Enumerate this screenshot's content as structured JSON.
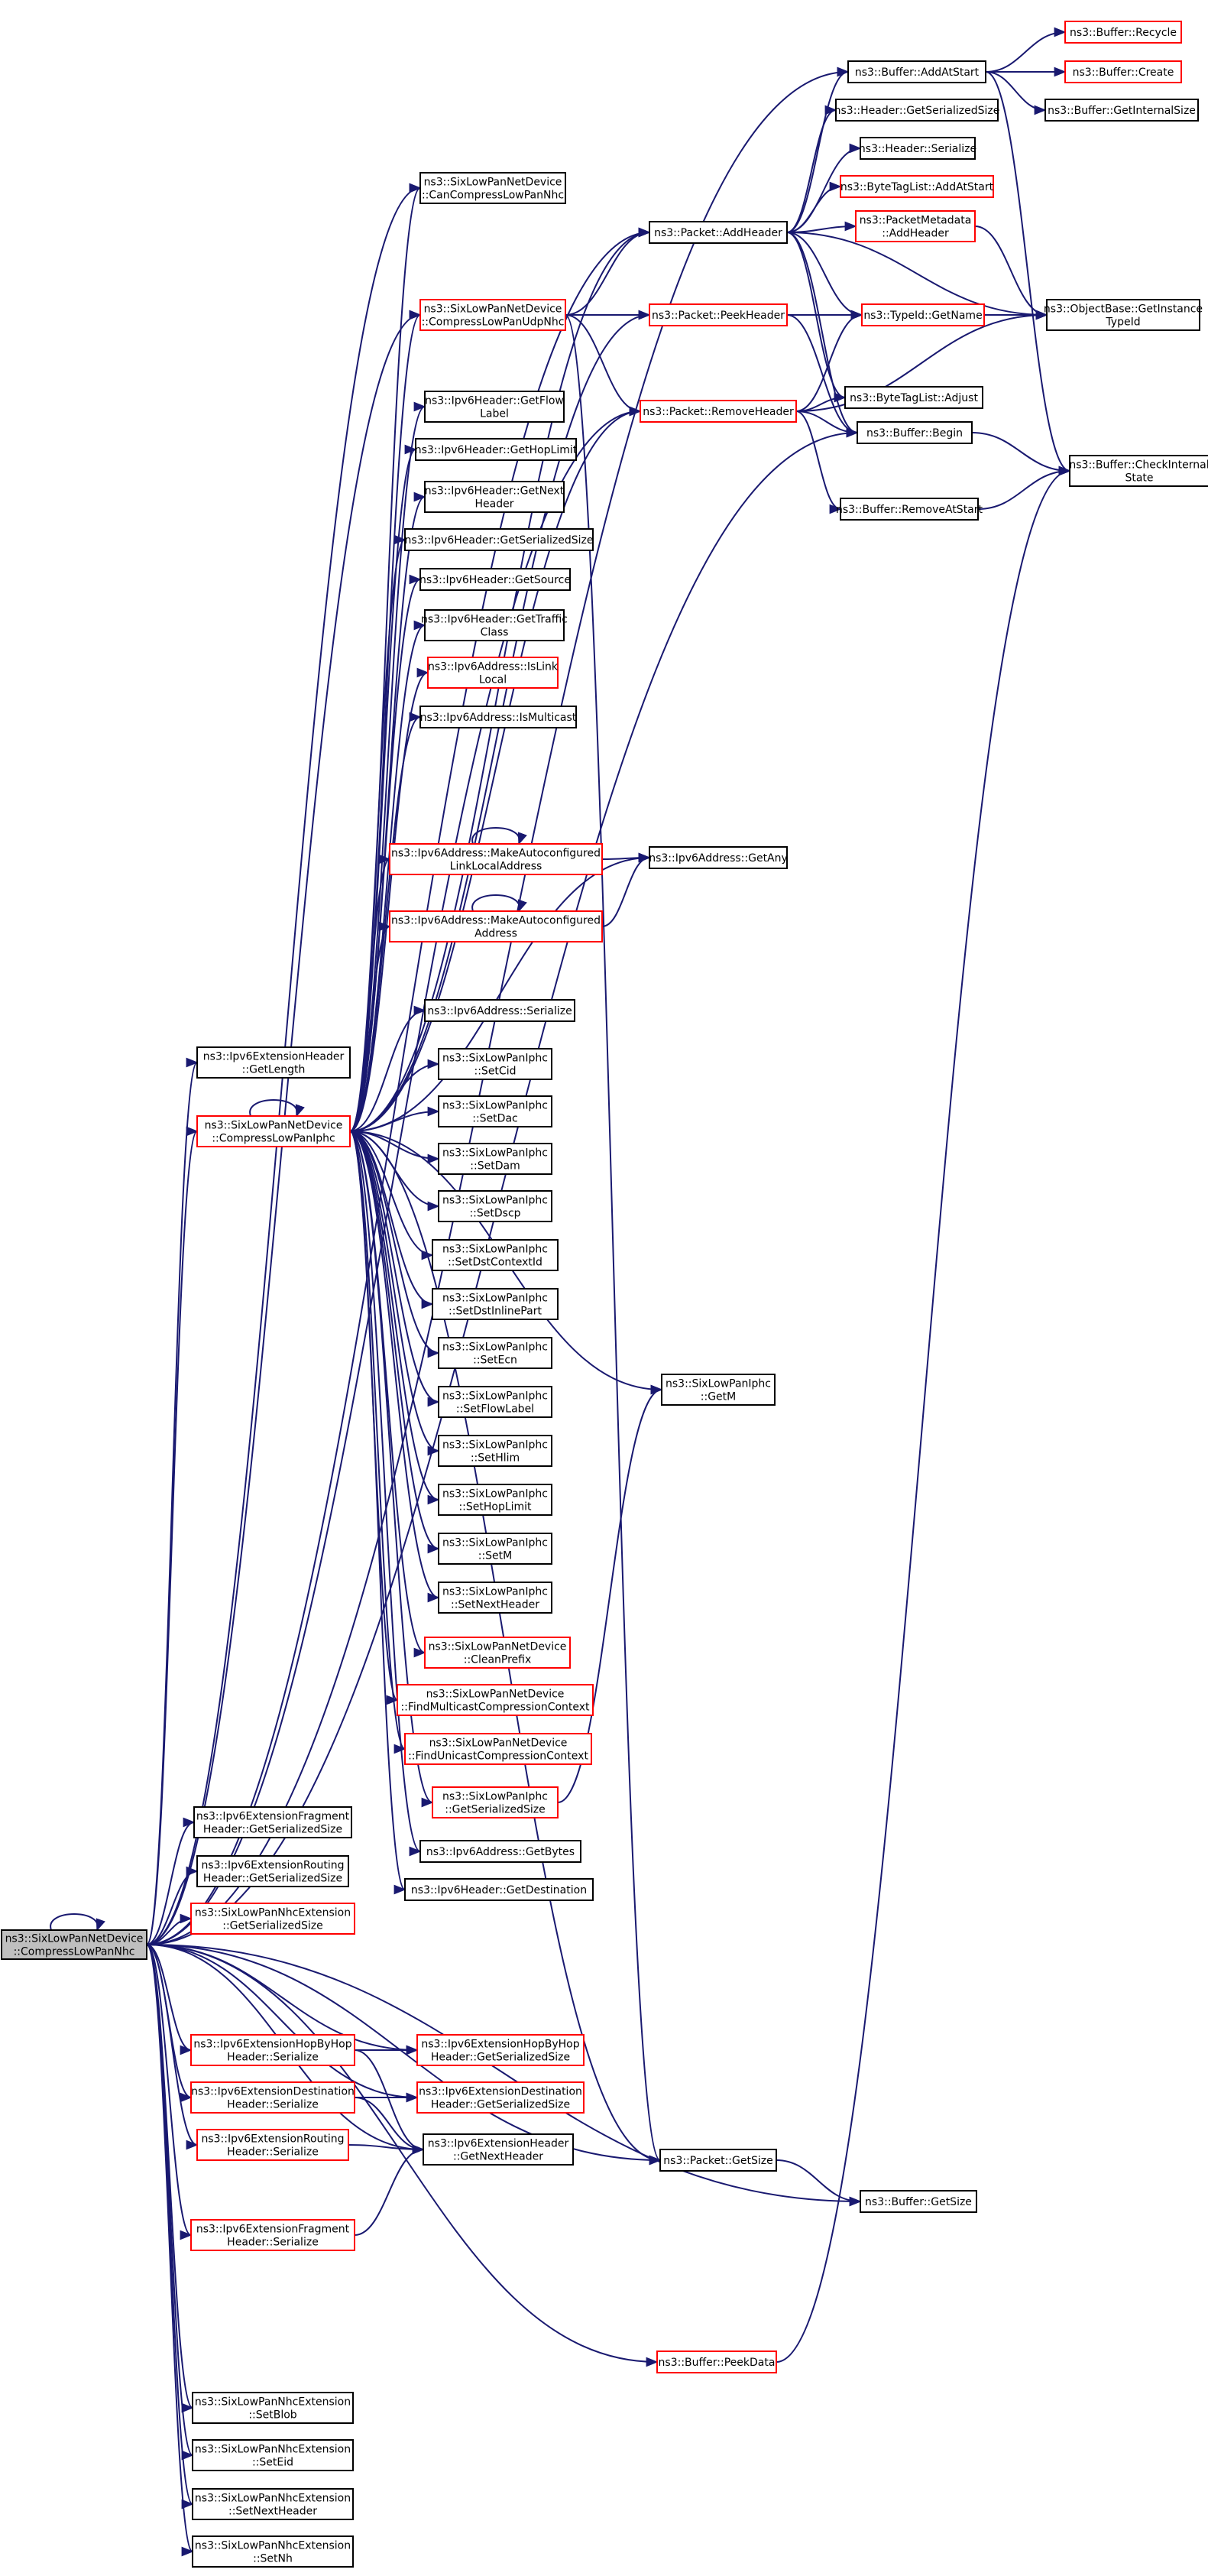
{
  "colors": {
    "edge": "#191970",
    "normal_border": "#000000",
    "red_border": "#ff0000",
    "root_fill": "#bfbfbf",
    "text": "#000000"
  },
  "nodes": {
    "root": {
      "lines": [
        "ns3::SixLowPanNetDevice",
        "::CompressLowPanNhc"
      ],
      "style": "root"
    },
    "addatstart": {
      "lines": [
        "ns3::Buffer::AddAtStart"
      ],
      "style": "normal"
    },
    "recycle": {
      "lines": [
        "ns3::Buffer::Recycle"
      ],
      "style": "red"
    },
    "create": {
      "lines": [
        "ns3::Buffer::Create"
      ],
      "style": "red"
    },
    "getinternalsize": {
      "lines": [
        "ns3::Buffer::GetInternalSize"
      ],
      "style": "normal"
    },
    "hdr_getser": {
      "lines": [
        "ns3::Header::GetSerializedSize"
      ],
      "style": "normal"
    },
    "hdr_ser": {
      "lines": [
        "ns3::Header::Serialize"
      ],
      "style": "normal"
    },
    "btl_addatstart": {
      "lines": [
        "ns3::ByteTagList::AddAtStart"
      ],
      "style": "red"
    },
    "pm_addheader": {
      "lines": [
        "ns3::PacketMetadata",
        "::AddHeader"
      ],
      "style": "red"
    },
    "canlowpannhc": {
      "lines": [
        "ns3::SixLowPanNetDevice",
        "::CanCompressLowPanNhc"
      ],
      "style": "normal"
    },
    "pkt_addheader": {
      "lines": [
        "ns3::Packet::AddHeader"
      ],
      "style": "normal"
    },
    "objbase_getinst": {
      "lines": [
        "ns3::ObjectBase::GetInstance",
        "TypeId"
      ],
      "style": "normal"
    },
    "compressudp": {
      "lines": [
        "ns3::SixLowPanNetDevice",
        "::CompressLowPanUdpNhc"
      ],
      "style": "red"
    },
    "pkt_peekheader": {
      "lines": [
        "ns3::Packet::PeekHeader"
      ],
      "style": "red"
    },
    "typeid_getname": {
      "lines": [
        "ns3::TypeId::GetName"
      ],
      "style": "red"
    },
    "ipv6_getflowlabel": {
      "lines": [
        "ns3::Ipv6Header::GetFlow",
        "Label"
      ],
      "style": "normal"
    },
    "pkt_removeheader": {
      "lines": [
        "ns3::Packet::RemoveHeader"
      ],
      "style": "red"
    },
    "btl_adjust": {
      "lines": [
        "ns3::ByteTagList::Adjust"
      ],
      "style": "normal"
    },
    "buffer_begin": {
      "lines": [
        "ns3::Buffer::Begin"
      ],
      "style": "normal"
    },
    "ipv6_gethoplimit": {
      "lines": [
        "ns3::Ipv6Header::GetHopLimit"
      ],
      "style": "normal"
    },
    "checkinternal": {
      "lines": [
        "ns3::Buffer::CheckInternal",
        "State"
      ],
      "style": "normal"
    },
    "ipv6_getnexthdr": {
      "lines": [
        "ns3::Ipv6Header::GetNext",
        "Header"
      ],
      "style": "normal"
    },
    "removeatstart": {
      "lines": [
        "ns3::Buffer::RemoveAtStart"
      ],
      "style": "normal"
    },
    "ipv6_getsersize": {
      "lines": [
        "ns3::Ipv6Header::GetSerializedSize"
      ],
      "style": "normal"
    },
    "ipv6_getsource": {
      "lines": [
        "ns3::Ipv6Header::GetSource"
      ],
      "style": "normal"
    },
    "ipv6_gettraffic": {
      "lines": [
        "ns3::Ipv6Header::GetTraffic",
        "Class"
      ],
      "style": "normal"
    },
    "addr_islinklocal": {
      "lines": [
        "ns3::Ipv6Address::IsLink",
        "Local"
      ],
      "style": "red"
    },
    "addr_ismulticast": {
      "lines": [
        "ns3::Ipv6Address::IsMulticast"
      ],
      "style": "normal"
    },
    "addr_makeautolinklocal": {
      "lines": [
        "ns3::Ipv6Address::MakeAutoconfigured",
        "LinkLocalAddress"
      ],
      "style": "red"
    },
    "addr_getany": {
      "lines": [
        "ns3::Ipv6Address::GetAny"
      ],
      "style": "normal"
    },
    "addr_makeauto": {
      "lines": [
        "ns3::Ipv6Address::MakeAutoconfigured",
        "Address"
      ],
      "style": "red"
    },
    "addr_serialize": {
      "lines": [
        "ns3::Ipv6Address::Serialize"
      ],
      "style": "normal"
    },
    "ext_getlength": {
      "lines": [
        "ns3::Ipv6ExtensionHeader",
        "::GetLength"
      ],
      "style": "normal"
    },
    "setcid": {
      "lines": [
        "ns3::SixLowPanIphc",
        "::SetCid"
      ],
      "style": "normal"
    },
    "compressiphc": {
      "lines": [
        "ns3::SixLowPanNetDevice",
        "::CompressLowPanIphc"
      ],
      "style": "red"
    },
    "setdac": {
      "lines": [
        "ns3::SixLowPanIphc",
        "::SetDac"
      ],
      "style": "normal"
    },
    "setdam": {
      "lines": [
        "ns3::SixLowPanIphc",
        "::SetDam"
      ],
      "style": "normal"
    },
    "setdscp": {
      "lines": [
        "ns3::SixLowPanIphc",
        "::SetDscp"
      ],
      "style": "normal"
    },
    "setdstcontextid": {
      "lines": [
        "ns3::SixLowPanIphc",
        "::SetDstContextId"
      ],
      "style": "normal"
    },
    "setdstinlinepart": {
      "lines": [
        "ns3::SixLowPanIphc",
        "::SetDstInlinePart"
      ],
      "style": "normal"
    },
    "setecn": {
      "lines": [
        "ns3::SixLowPanIphc",
        "::SetEcn"
      ],
      "style": "normal"
    },
    "getm": {
      "lines": [
        "ns3::SixLowPanIphc",
        "::GetM"
      ],
      "style": "normal"
    },
    "setflowlabel": {
      "lines": [
        "ns3::SixLowPanIphc",
        "::SetFlowLabel"
      ],
      "style": "normal"
    },
    "sethlim": {
      "lines": [
        "ns3::SixLowPanIphc",
        "::SetHlim"
      ],
      "style": "normal"
    },
    "sethoplimit": {
      "lines": [
        "ns3::SixLowPanIphc",
        "::SetHopLimit"
      ],
      "style": "normal"
    },
    "setm": {
      "lines": [
        "ns3::SixLowPanIphc",
        "::SetM"
      ],
      "style": "normal"
    },
    "setnextheader_iphc": {
      "lines": [
        "ns3::SixLowPanIphc",
        "::SetNextHeader"
      ],
      "style": "normal"
    },
    "cleanprefix": {
      "lines": [
        "ns3::SixLowPanNetDevice",
        "::CleanPrefix"
      ],
      "style": "red"
    },
    "findmulticast": {
      "lines": [
        "ns3::SixLowPanNetDevice",
        "::FindMulticastCompressionContext"
      ],
      "style": "red"
    },
    "findunicast": {
      "lines": [
        "ns3::SixLowPanNetDevice",
        "::FindUnicastCompressionContext"
      ],
      "style": "red"
    },
    "iphc_getsersize": {
      "lines": [
        "ns3::SixLowPanIphc",
        "::GetSerializedSize"
      ],
      "style": "red"
    },
    "addr_getbytes": {
      "lines": [
        "ns3::Ipv6Address::GetBytes"
      ],
      "style": "normal"
    },
    "fragext_getsersize": {
      "lines": [
        "ns3::Ipv6ExtensionFragment",
        "Header::GetSerializedSize"
      ],
      "style": "normal"
    },
    "ipv6_getdest": {
      "lines": [
        "ns3::Ipv6Header::GetDestination"
      ],
      "style": "normal"
    },
    "routingext_getsersize": {
      "lines": [
        "ns3::Ipv6ExtensionRouting",
        "Header::GetSerializedSize"
      ],
      "style": "normal"
    },
    "nhcext_getsersize": {
      "lines": [
        "ns3::SixLowPanNhcExtension",
        "::GetSerializedSize"
      ],
      "style": "red"
    },
    "hopbyhop_ser": {
      "lines": [
        "ns3::Ipv6ExtensionHopByHop",
        "Header::Serialize"
      ],
      "style": "red"
    },
    "hopbyhop_getsersize": {
      "lines": [
        "ns3::Ipv6ExtensionHopByHop",
        "Header::GetSerializedSize"
      ],
      "style": "red"
    },
    "dest_ser": {
      "lines": [
        "ns3::Ipv6ExtensionDestination",
        "Header::Serialize"
      ],
      "style": "red"
    },
    "dest_getsersize": {
      "lines": [
        "ns3::Ipv6ExtensionDestination",
        "Header::GetSerializedSize"
      ],
      "style": "red"
    },
    "routing_ser": {
      "lines": [
        "ns3::Ipv6ExtensionRouting",
        "Header::Serialize"
      ],
      "style": "red"
    },
    "ext_getnexthdr": {
      "lines": [
        "ns3::Ipv6ExtensionHeader",
        "::GetNextHeader"
      ],
      "style": "normal"
    },
    "pkt_getsize": {
      "lines": [
        "ns3::Packet::GetSize"
      ],
      "style": "normal"
    },
    "buffer_getsize": {
      "lines": [
        "ns3::Buffer::GetSize"
      ],
      "style": "normal"
    },
    "frag_ser": {
      "lines": [
        "ns3::Ipv6ExtensionFragment",
        "Header::Serialize"
      ],
      "style": "red"
    },
    "buffer_peekdata": {
      "lines": [
        "ns3::Buffer::PeekData"
      ],
      "style": "red"
    },
    "setblob": {
      "lines": [
        "ns3::SixLowPanNhcExtension",
        "::SetBlob"
      ],
      "style": "normal"
    },
    "seteid": {
      "lines": [
        "ns3::SixLowPanNhcExtension",
        "::SetEid"
      ],
      "style": "normal"
    },
    "setnextheader_nhc": {
      "lines": [
        "ns3::SixLowPanNhcExtension",
        "::SetNextHeader"
      ],
      "style": "normal"
    },
    "setnh": {
      "lines": [
        "ns3::SixLowPanNhcExtension",
        "::SetNh"
      ],
      "style": "normal"
    }
  }
}
